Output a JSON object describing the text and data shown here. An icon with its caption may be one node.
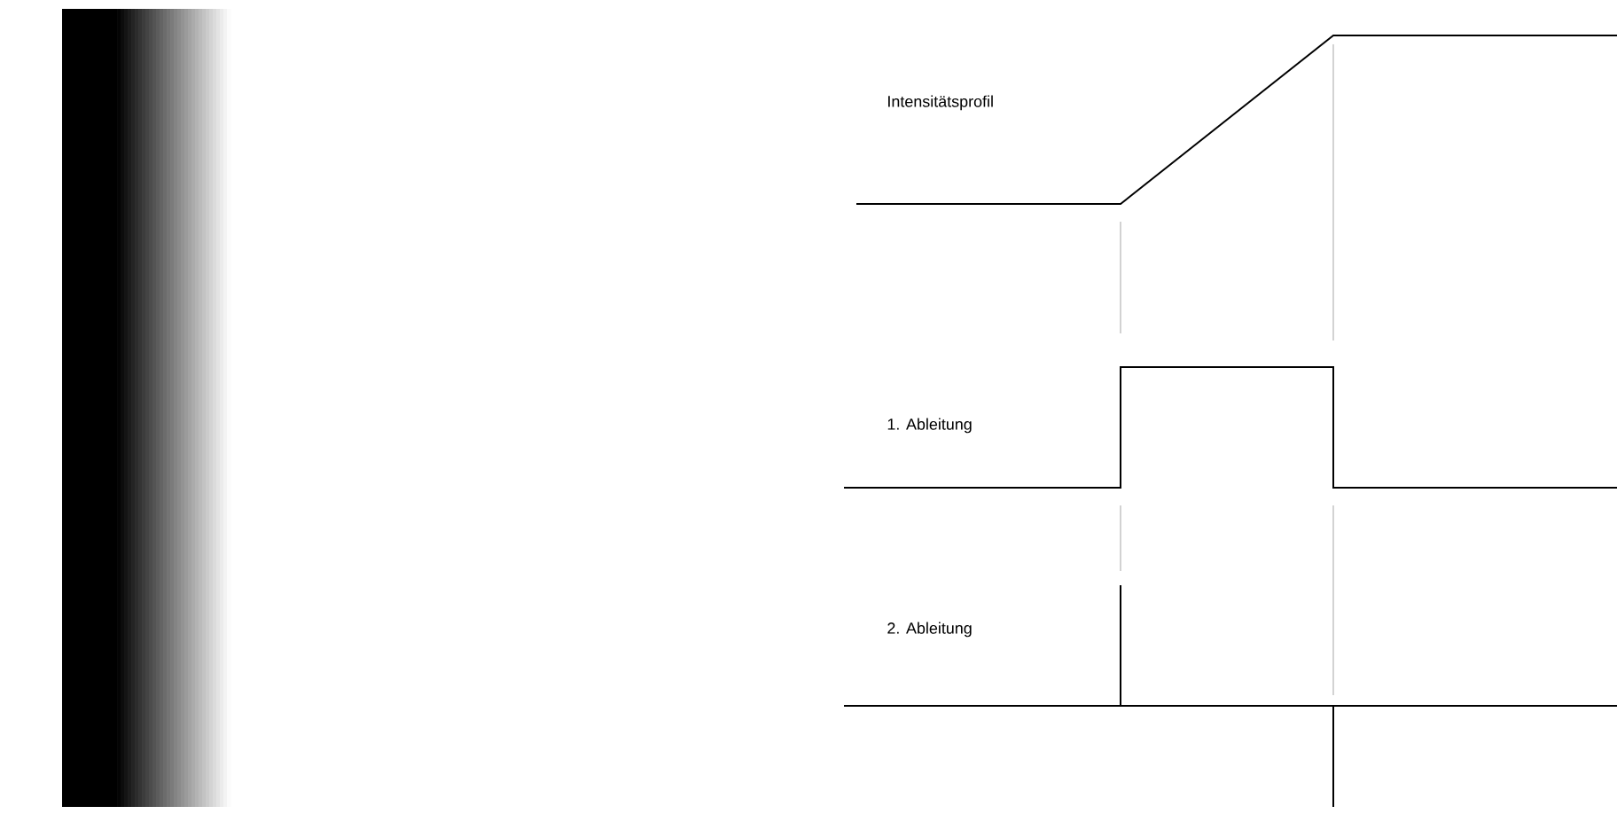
{
  "diagram": {
    "labels": [
      "Intensitätsprofil",
      "1. Ableitung",
      "2. Ableitung"
    ]
  }
}
